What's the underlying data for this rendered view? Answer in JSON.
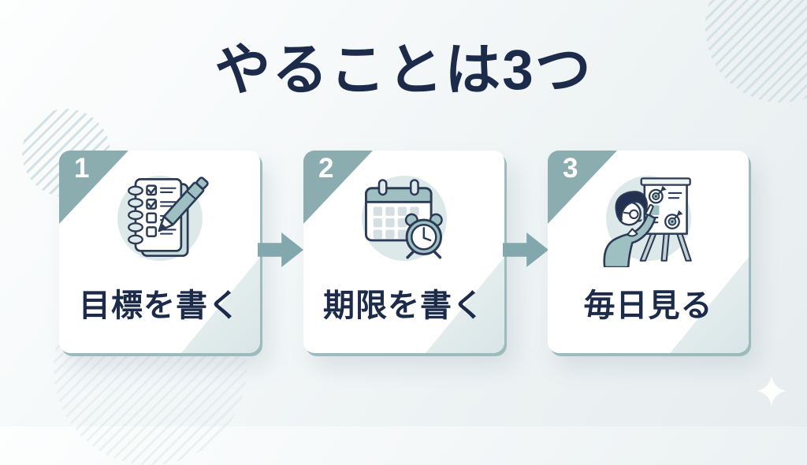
{
  "title": "やることは3つ",
  "steps": [
    {
      "number": "1",
      "label": "目標を書く",
      "icon": "notebook-checklist-icon"
    },
    {
      "number": "2",
      "label": "期限を書く",
      "icon": "calendar-clock-icon"
    },
    {
      "number": "3",
      "label": "毎日見る",
      "icon": "presenter-board-icon"
    }
  ],
  "colors": {
    "text_navy": "#1c2b4a",
    "accent_teal": "#8badb0",
    "arrow_teal": "#82a8ad",
    "icon_circle_bg": "#dde9e9",
    "icon_teal": "#9fc0c2",
    "outline_navy": "#2b3a55",
    "card_edge": "#9dbabc",
    "stripe": "#d4e2e5"
  }
}
